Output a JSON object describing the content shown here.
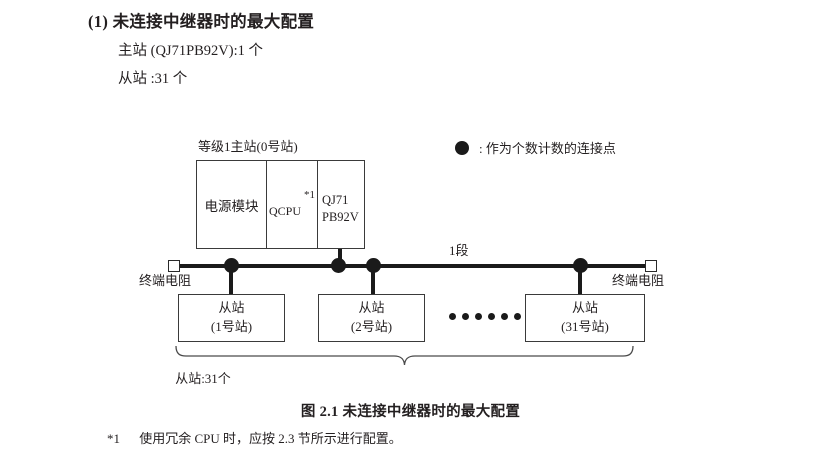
{
  "section": {
    "heading": "(1) 未连接中继器时的最大配置",
    "lines": [
      "主站 (QJ71PB92V):1 个",
      "从站 :31 个"
    ]
  },
  "legend": {
    "symbol": "filled-circle",
    "text": ": 作为个数计数的连接点"
  },
  "diagram": {
    "master_label": "等级1主站(0号站)",
    "rack": {
      "power_module": "电源模块",
      "cpu": "QCPU",
      "cpu_footnote_mark": "*1",
      "network_line1": "QJ71",
      "network_line2": "PB92V"
    },
    "segment_label": "1段",
    "terminator_left": "终端电阻",
    "terminator_right": "终端电阻",
    "slaves": [
      {
        "title": "从站",
        "station": "(1号站)"
      },
      {
        "title": "从站",
        "station": "(2号站)"
      },
      {
        "title": "从站",
        "station": "(31号站)"
      }
    ],
    "ellipsis_dot_count": 6,
    "brace_label": "从站:31个"
  },
  "figure": {
    "caption": "图 2.1  未连接中继器时的最大配置"
  },
  "footnote": {
    "mark": "*1",
    "text": "使用冗余 CPU 时，应按 2.3 节所示进行配置。"
  },
  "colors": {
    "ink": "#231f20",
    "line": "#1a1a1a",
    "box_border": "#3a3a3a",
    "background": "#ffffff"
  }
}
